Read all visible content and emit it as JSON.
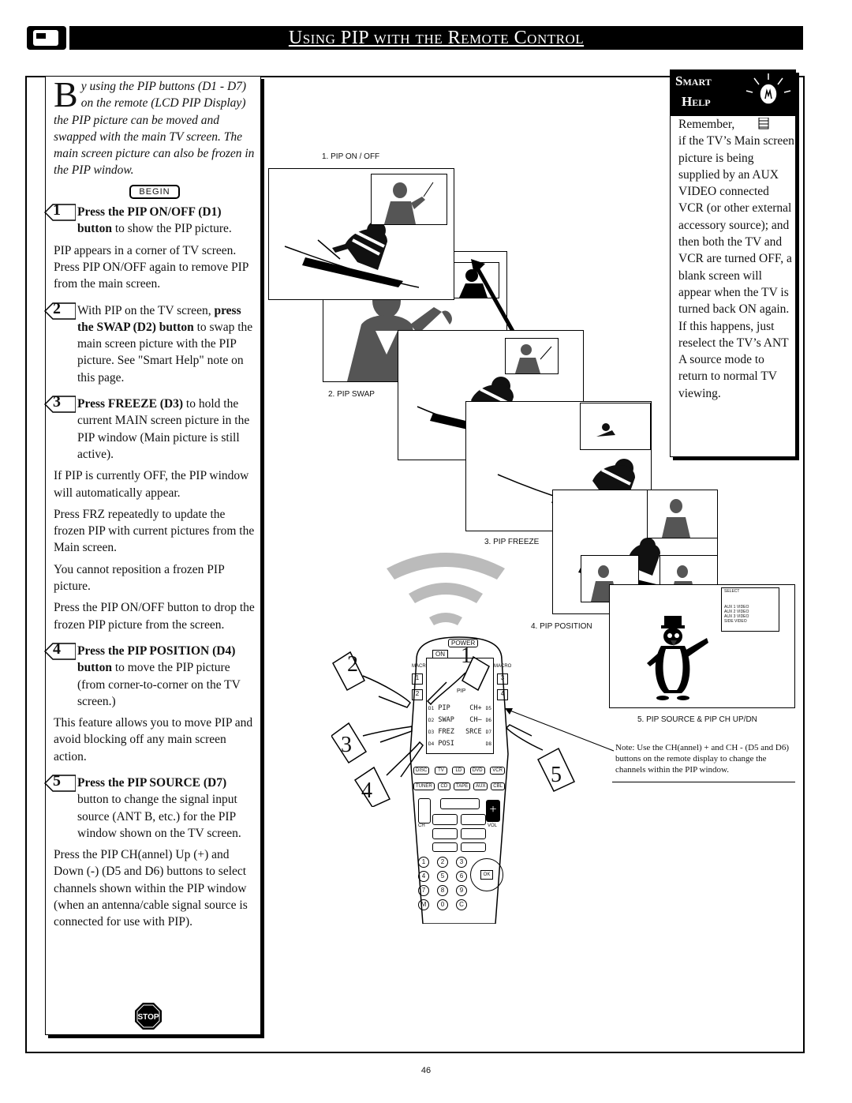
{
  "header": {
    "title": "Using PIP with the Remote Control"
  },
  "intro": {
    "dropcap": "B",
    "text_line1": "y using the PIP buttons (D1 -",
    "text_rest": "D7) on the remote (LCD PIP Display) the PIP picture can be moved and swapped with the main TV screen. The main screen picture can also be frozen in the PIP window."
  },
  "begin_label": "BEGIN",
  "stop_label": "STOP",
  "steps": [
    {
      "number": "1",
      "bold": "Press the PIP ON/OFF (D1) button",
      "text": " to show the PIP picture.",
      "paras": [
        "PIP appears in a corner of TV screen.  Press PIP ON/OFF again to remove PIP from the main screen."
      ]
    },
    {
      "number": "2",
      "pre": "With PIP on the TV screen, ",
      "bold": "press the SWAP (D2) button",
      "text": " to swap the main screen picture with the PIP picture. See \"Smart Help\" note on this page.",
      "paras": []
    },
    {
      "number": "3",
      "bold": "Press FREEZE (D3)",
      "text": " to hold the current MAIN screen picture in the PIP window (Main picture is still active).",
      "paras": [
        "If PIP is currently OFF, the PIP window will automatically appear.",
        "Press FRZ repeatedly to update the frozen PIP with current pictures from the Main screen.",
        "You cannot reposition a frozen PIP picture.",
        "Press the PIP ON/OFF button to drop the frozen PIP picture from the screen."
      ]
    },
    {
      "number": "4",
      "bold": "Press the PIP POSITION (D4) button",
      "text": "  to move the PIP picture (from corner-to-corner on the TV screen.)",
      "paras": [
        "This feature allows you to move PIP and avoid blocking off any main screen action."
      ]
    },
    {
      "number": "5",
      "bold": "Press the PIP SOURCE (D7)",
      "text": " button to change the signal input source (ANT B, etc.) for the PIP window shown on the TV screen.",
      "paras": [
        "Press the PIP CH(annel) Up (+) and Down (-) (D5 and D6) buttons to select channels shown within the PIP window (when an antenna/cable signal source is connected for use with PIP)."
      ]
    }
  ],
  "smart_help": {
    "title1": "Smart",
    "title2": "Help",
    "body1": "Remember,",
    "body2": "if the TV’s Main screen picture is being supplied by an AUX VIDEO connected VCR (or other external accessory source); and then both the TV and VCR are turned OFF, a blank screen will appear when the TV is turned back ON again.",
    "body3": "If this happens, just reselect the TV’s ANT A source mode to return to normal TV viewing."
  },
  "captions": {
    "pip_on_off": "1.  PIP ON / OFF",
    "pip_swap": "2.  PIP SWAP",
    "pip_freeze": "3.  PIP FREEZE",
    "pip_position": "4.  PIP POSITION",
    "pip_source": "5.  PIP SOURCE & PIP CH UP/DN"
  },
  "note": "Note: Use the CH(annel) + and CH - (D5 and D6) buttons on the remote display to change the channels within the PIP window.",
  "source_menu": {
    "title": "SELECT",
    "items": [
      "AUX 1 VIDEO",
      "AUX 2 VIDEO",
      "AUX 3 VIDEO",
      "SIDE VIDEO"
    ]
  },
  "hand_numbers": [
    "1",
    "2",
    "3",
    "4",
    "5"
  ],
  "remote": {
    "power": "POWER",
    "on": "ON",
    "mode_left": "MACRO",
    "mode_right": "MACRO",
    "side_left": [
      "1",
      "2"
    ],
    "side_right": [
      "3",
      "4"
    ],
    "lcd_title": "PIP",
    "lcd_rows": [
      {
        "left": "D1",
        "label": "PIP",
        "right_label": "CH+",
        "right": "D5"
      },
      {
        "left": "D2",
        "label": "SWAP",
        "right_label": "CH–",
        "right": "D6"
      },
      {
        "left": "D3",
        "label": "FREZ",
        "right_label": "SRCE",
        "right": "D7"
      },
      {
        "left": "D4",
        "label": "POSI",
        "right_label": "",
        "right": "D8"
      }
    ],
    "row1": [
      "DISC",
      "TV",
      "LD",
      "DVD",
      "VCR"
    ],
    "row2": [
      "TUNER",
      "CD",
      "TAPE",
      "AUX",
      "CBL"
    ],
    "ch": "CH",
    "vol": "VOL",
    "ok": "OK",
    "keypad": [
      "1",
      "2",
      "3",
      "4",
      "5",
      "6",
      "7",
      "8",
      "9",
      "M",
      "0",
      "C"
    ]
  },
  "page_number": "46"
}
